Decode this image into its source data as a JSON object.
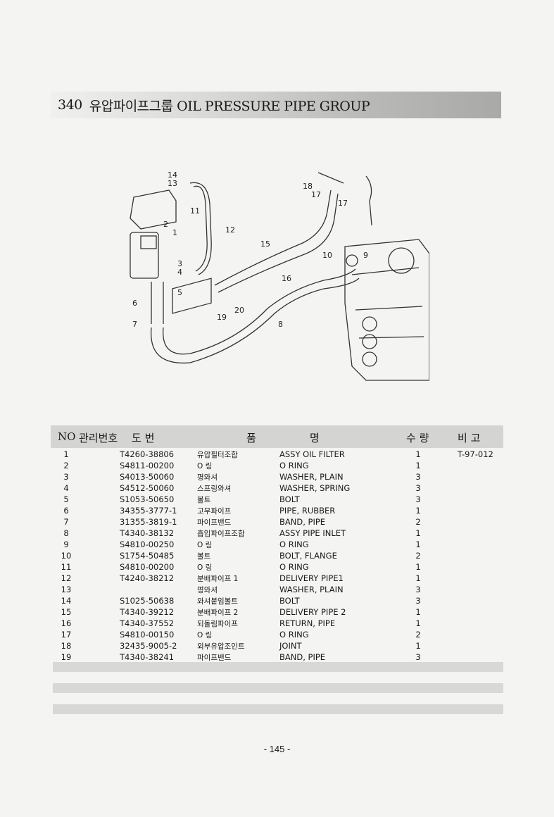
{
  "title": {
    "number": "340",
    "text": "유압파이프그룹 OIL PRESSURE PIPE GROUP"
  },
  "diagram_labels": [
    "14",
    "13",
    "11",
    "2",
    "1",
    "12",
    "3",
    "4",
    "5",
    "6",
    "7",
    "15",
    "16",
    "19",
    "20",
    "8",
    "18",
    "17",
    "17",
    "10",
    "9"
  ],
  "table": {
    "headers": [
      "NO",
      "관리번호",
      "도 번",
      "품",
      "명",
      "수 량",
      "비 고"
    ],
    "rows": [
      {
        "no": "1",
        "part": "T4260-38806",
        "kr": "유압필터조합",
        "en": "ASSY OIL FILTER",
        "qty": "1",
        "remark": "T-97-012"
      },
      {
        "no": "2",
        "part": "S4811-00200",
        "kr": "O 링",
        "en": "O RING",
        "qty": "1",
        "remark": ""
      },
      {
        "no": "3",
        "part": "S4013-50060",
        "kr": "평와셔",
        "en": "WASHER, PLAIN",
        "qty": "3",
        "remark": ""
      },
      {
        "no": "4",
        "part": "S4512-50060",
        "kr": "스프링와셔",
        "en": "WASHER, SPRING",
        "qty": "3",
        "remark": ""
      },
      {
        "no": "5",
        "part": "S1053-50650",
        "kr": "볼트",
        "en": "BOLT",
        "qty": "3",
        "remark": ""
      },
      {
        "no": "6",
        "part": "34355-3777-1",
        "kr": "고무파이프",
        "en": "PIPE, RUBBER",
        "qty": "1",
        "remark": ""
      },
      {
        "no": "7",
        "part": "31355-3819-1",
        "kr": "파이프밴드",
        "en": "BAND, PIPE",
        "qty": "2",
        "remark": ""
      },
      {
        "no": "8",
        "part": "T4340-38132",
        "kr": "흡입파이프조합",
        "en": "ASSY PIPE INLET",
        "qty": "1",
        "remark": ""
      },
      {
        "no": "9",
        "part": "S4810-00250",
        "kr": "O 링",
        "en": "O RING",
        "qty": "1",
        "remark": ""
      },
      {
        "no": "10",
        "part": "S1754-50485",
        "kr": "볼트",
        "en": "BOLT, FLANGE",
        "qty": "2",
        "remark": ""
      },
      {
        "no": "11",
        "part": "S4810-00200",
        "kr": "O 링",
        "en": "O RING",
        "qty": "1",
        "remark": ""
      },
      {
        "no": "12",
        "part": "T4240-38212",
        "kr": "분배파이프 1",
        "en": "DELIVERY PIPE1",
        "qty": "1",
        "remark": ""
      },
      {
        "no": "13",
        "part": "",
        "kr": "평와셔",
        "en": "WASHER, PLAIN",
        "qty": "3",
        "remark": ""
      },
      {
        "no": "14",
        "part": "S1025-50638",
        "kr": "와셔붙임볼트",
        "en": "BOLT",
        "qty": "3",
        "remark": ""
      },
      {
        "no": "15",
        "part": "T4340-39212",
        "kr": "분배파이프 2",
        "en": "DELIVERY PIPE 2",
        "qty": "1",
        "remark": ""
      },
      {
        "no": "16",
        "part": "T4340-37552",
        "kr": "되돌림파이프",
        "en": "RETURN, PIPE",
        "qty": "1",
        "remark": ""
      },
      {
        "no": "17",
        "part": "S4810-00150",
        "kr": "O 링",
        "en": "O RING",
        "qty": "2",
        "remark": ""
      },
      {
        "no": "18",
        "part": "32435-9005-2",
        "kr": "외부유압조인트",
        "en": "JOINT",
        "qty": "1",
        "remark": ""
      },
      {
        "no": "19",
        "part": "T4340-38241",
        "kr": "파이프밴드",
        "en": "BAND, PIPE",
        "qty": "3",
        "remark": ""
      }
    ]
  },
  "page_number": "- 145 -"
}
